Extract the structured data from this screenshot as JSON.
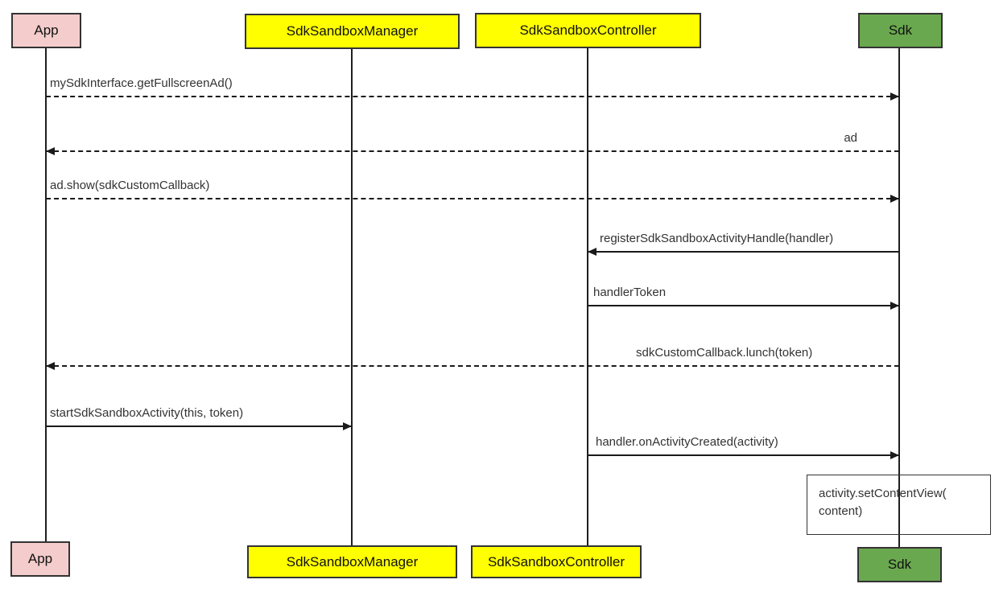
{
  "diagram": {
    "type": "sequence",
    "actors": [
      {
        "id": "app",
        "label": "App",
        "fill": "#f4cccc"
      },
      {
        "id": "sdk-sandbox-manager",
        "label": "SdkSandboxManager",
        "fill": "#ffff00"
      },
      {
        "id": "sdk-sandbox-controller",
        "label": "SdkSandboxController",
        "fill": "#ffff00"
      },
      {
        "id": "sdk",
        "label": "Sdk",
        "fill": "#6aa84f"
      }
    ],
    "messages": [
      {
        "label": "mySdkInterface.getFullscreenAd()",
        "from": "App",
        "to": "Sdk",
        "line": "dashed"
      },
      {
        "label": "ad",
        "from": "Sdk",
        "to": "App",
        "line": "dashed"
      },
      {
        "label": "ad.show(sdkCustomCallback)",
        "from": "App",
        "to": "Sdk",
        "line": "dashed"
      },
      {
        "label": "registerSdkSandboxActivityHandle(handler)",
        "from": "Sdk",
        "to": "SdkSandboxController",
        "line": "solid"
      },
      {
        "label": "handlerToken",
        "from": "SdkSandboxController",
        "to": "Sdk",
        "line": "solid"
      },
      {
        "label": "sdkCustomCallback.lunch(token)",
        "from": "Sdk",
        "to": "App",
        "line": "dashed"
      },
      {
        "label": "startSdkSandboxActivity(this, token)",
        "from": "App",
        "to": "SdkSandboxManager",
        "line": "solid"
      },
      {
        "label": "handler.onActivityCreated(activity)",
        "from": "SdkSandboxController",
        "to": "Sdk",
        "line": "solid"
      }
    ],
    "note": {
      "label": "activity.setContentView(\ncontent)"
    }
  }
}
